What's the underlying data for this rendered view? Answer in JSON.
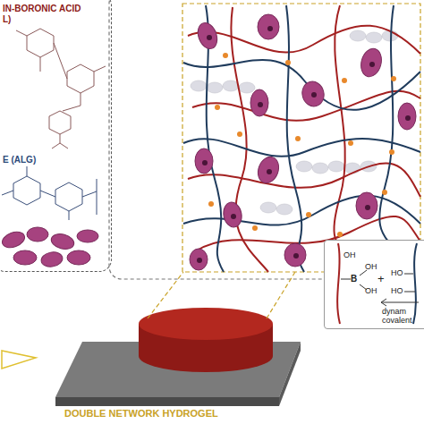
{
  "diagram": {
    "nodes": [
      {
        "text": [
          "IN-BORONIC ACID L)",
          "E (ALG)"
        ]
      },
      {
        "text": [
          "dynam covalent"
        ]
      }
    ],
    "labels": [
      "B",
      "OH",
      "OH",
      "OH",
      "HO",
      "HO",
      "+",
      "DOUBLE NETWORK HYDROGEL"
    ]
  }
}
